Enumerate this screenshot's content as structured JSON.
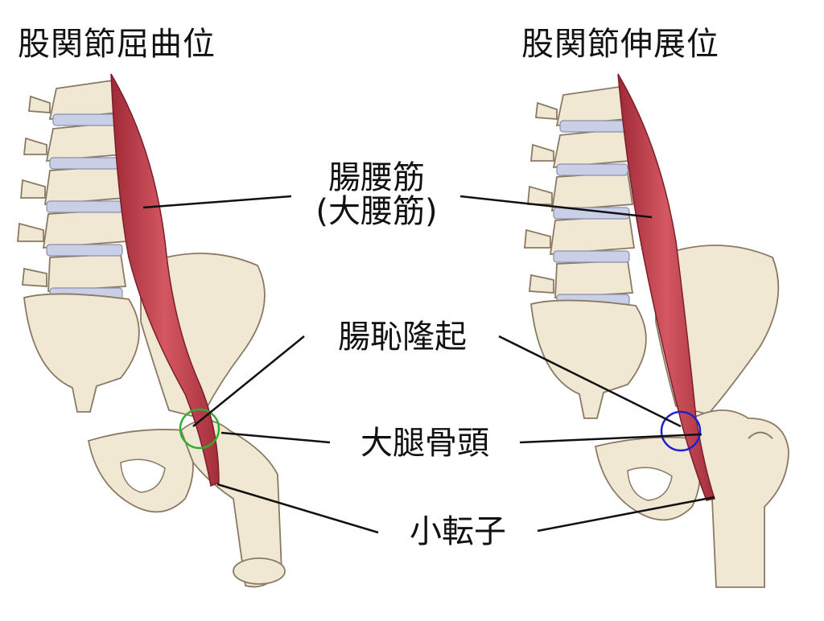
{
  "titles": {
    "left": "股関節屈曲位",
    "right": "股関節伸展位"
  },
  "labels": {
    "muscle_line1": "腸腰筋",
    "muscle_line2": "(大腰筋)",
    "iliopubic_eminence": "腸恥隆起",
    "femoral_head": "大腿骨頭",
    "lesser_trochanter": "小転子"
  },
  "colors": {
    "bone": "#f1e8d4",
    "bone_outline": "#8a7a63",
    "disc": "#c9cfe6",
    "muscle": "#c04452",
    "muscle_dark": "#8d2430",
    "circle_left": "#2fae2f",
    "circle_right": "#1f1fd6",
    "leader": "#111111"
  }
}
